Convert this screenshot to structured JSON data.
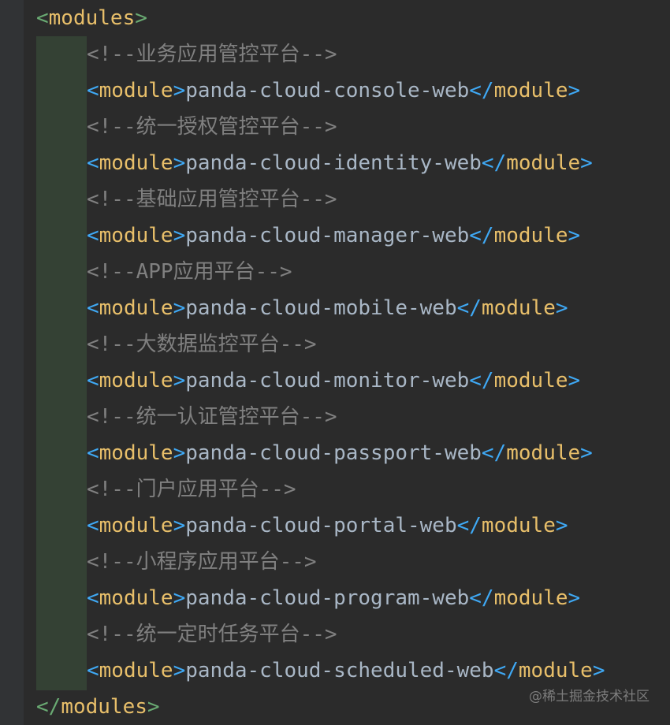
{
  "code": {
    "root_open_lt": "<",
    "root_tag": "modules",
    "root_open_gt": ">",
    "root_close_lt": "</",
    "root_close_gt": ">",
    "module_tag": "module",
    "lt": "<",
    "gt": ">",
    "close_lt": "</",
    "entries": [
      {
        "comment": "<!--业务应用管控平台-->",
        "value": "panda-cloud-console-web"
      },
      {
        "comment": "<!--统一授权管控平台-->",
        "value": "panda-cloud-identity-web"
      },
      {
        "comment": "<!--基础应用管控平台-->",
        "value": "panda-cloud-manager-web"
      },
      {
        "comment": "<!--APP应用平台-->",
        "value": "panda-cloud-mobile-web"
      },
      {
        "comment": "<!--大数据监控平台-->",
        "value": "panda-cloud-monitor-web"
      },
      {
        "comment": "<!--统一认证管控平台-->",
        "value": "panda-cloud-passport-web"
      },
      {
        "comment": "<!--门户应用平台-->",
        "value": "panda-cloud-portal-web"
      },
      {
        "comment": "<!--小程序应用平台-->",
        "value": "panda-cloud-program-web"
      },
      {
        "comment": "<!--统一定时任务平台-->",
        "value": "panda-cloud-scheduled-web"
      }
    ]
  },
  "watermark": "@稀土掘金技术社区",
  "colors": {
    "background": "#2b2b2b",
    "tag_bracket": "#3fa9f5",
    "tag_name": "#e8bf6a",
    "text": "#a9b7c6",
    "comment": "#808080"
  }
}
